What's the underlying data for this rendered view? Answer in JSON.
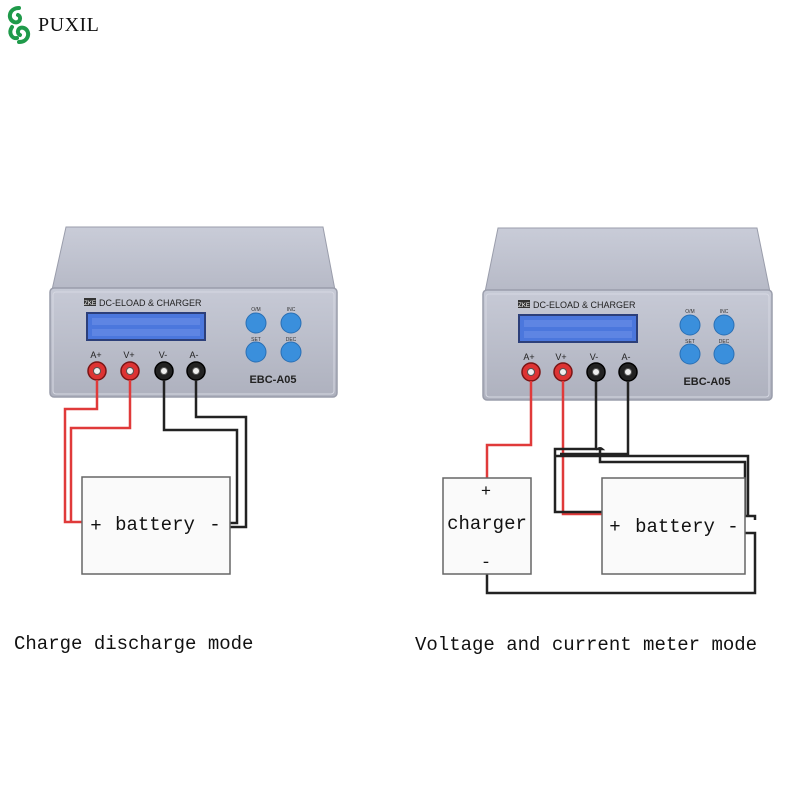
{
  "brand": {
    "name": "PUXIL",
    "logo_icon": "swirl-logo-icon",
    "logo_color": "#1f9a4a"
  },
  "device": {
    "brand_badge": "ZKE",
    "title": "DC-ELOAD & CHARGER",
    "model": "EBC-A05",
    "button_labels": [
      "O/M",
      "INC",
      "SET",
      "DEC"
    ],
    "terminal_labels": [
      "A+",
      "V+",
      "V-",
      "A-"
    ],
    "case_color": "#b9bcc9",
    "button_color": "#3a8fdc",
    "lcd_color": "#4b77dd"
  },
  "left_diagram": {
    "battery": {
      "plus": "+",
      "label": "battery",
      "minus": "-"
    },
    "caption": "Charge discharge mode"
  },
  "right_diagram": {
    "charger": {
      "plus": "+",
      "label": "charger",
      "minus": "-"
    },
    "battery": {
      "plus": "+",
      "label": "battery",
      "minus": "-"
    },
    "caption": "Voltage and current meter mode"
  },
  "colors": {
    "red_wire": "#e03a3a",
    "black_wire": "#222222"
  }
}
